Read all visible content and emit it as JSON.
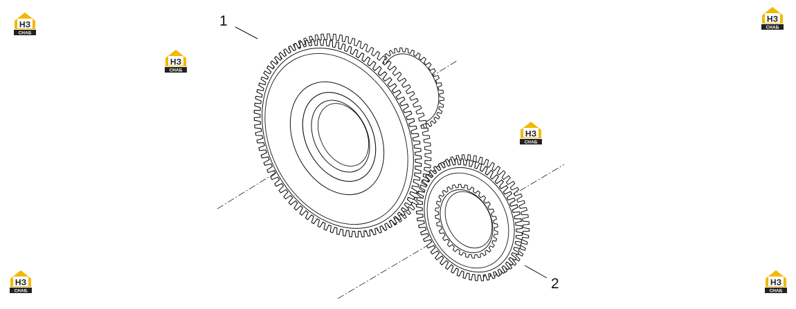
{
  "diagram": {
    "callouts": [
      {
        "label": "1"
      },
      {
        "label": "2"
      }
    ],
    "watermark": {
      "mark": "НЗ",
      "sub": "CHAБ",
      "colors": {
        "yellow": "#f3b800",
        "dark": "#222222"
      }
    }
  }
}
